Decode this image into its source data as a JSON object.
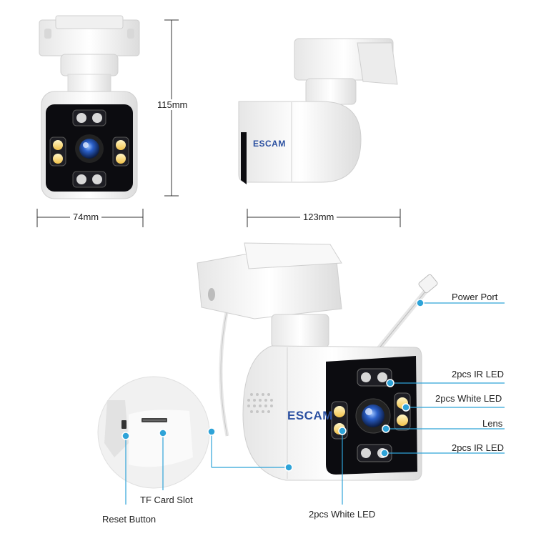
{
  "brand": "ESCAM",
  "dimensions": {
    "height": "115mm",
    "width": "74mm",
    "depth": "123mm"
  },
  "callouts": {
    "power_port": "Power Port",
    "ir_led_top": "2pcs IR LED",
    "white_led_right": "2pcs White LED",
    "lens": "Lens",
    "ir_led_bottom": "2pcs IR LED",
    "white_led_bottom": "2pcs White LED",
    "tf_card_slot": "TF Card Slot",
    "reset_button": "Reset Button"
  },
  "colors": {
    "callout_line": "#2ea3d8",
    "body": "#f4f4f4",
    "face": "#0c0c10",
    "lens": "#2a5fc8"
  }
}
